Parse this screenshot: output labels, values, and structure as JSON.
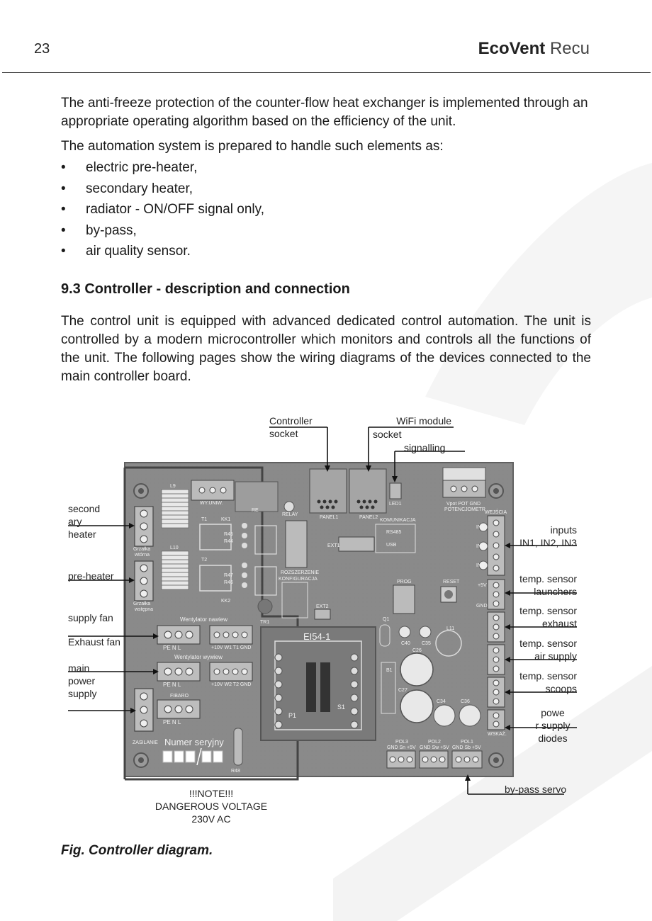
{
  "header": {
    "page_number": "23",
    "brand_bold": "EcoVent",
    "brand_light": "Recu"
  },
  "intro": {
    "paragraph1": "The anti-freeze protection of the counter-flow heat exchanger is implemented through an appropriate operating algorithm based on the efficiency of the unit.",
    "paragraph2": "The automation system is prepared to handle such elements as:",
    "bullets": [
      "electric pre-heater,",
      "secondary heater,",
      "radiator - ON/OFF signal only,",
      "by-pass,",
      "air quality sensor."
    ]
  },
  "section": {
    "title": "9.3 Controller - description and connection",
    "paragraph": "The control unit is equipped with advanced dedicated control automation. The unit is controlled by a modern microcontroller which monitors and controls all the functions of the unit. The following pages show the wiring diagrams of the devices connected to the main controller board."
  },
  "diagram": {
    "top_labels": {
      "controller_socket": [
        "Controller",
        "socket"
      ],
      "wifi_socket": [
        "WiFi module",
        "socket"
      ],
      "signalling": "signalling"
    },
    "left_labels": {
      "secondary_heater": [
        "second",
        "ary",
        "heater"
      ],
      "pre_heater": "pre-heater",
      "supply_fan": "supply fan",
      "exhaust_fan": "Exhaust fan",
      "main_power": [
        "main",
        "power",
        "supply"
      ]
    },
    "right_labels": {
      "inputs": [
        "inputs",
        "IN1, IN2, IN3"
      ],
      "sensor_launchers": [
        "temp. sensor",
        "launchers"
      ],
      "sensor_exhaust": [
        "temp. sensor",
        "exhaust"
      ],
      "sensor_air_supply": [
        "temp. sensor",
        "air supply"
      ],
      "sensor_scoops": [
        "temp. sensor",
        "scoops"
      ],
      "power_diodes": [
        "powe",
        "r supply",
        "diodes"
      ]
    },
    "bottom_labels": {
      "bypass_servo": "by-pass servo",
      "note": [
        "!!!NOTE!!!",
        "DANGEROUS VOLTAGE",
        "230V AC"
      ]
    },
    "board_text": {
      "L9": "L9",
      "L10": "L10",
      "wy_uniw": "WY.UNIW.",
      "re": "RE",
      "relay": "RELAY",
      "panel1": "PANEL1",
      "panel2": "PANEL2",
      "led1": "LED1",
      "vpot": "Vpot POT GND",
      "potencjometr": "POTENCJOMETR",
      "wejscia": "WEJŚCIA",
      "komunikacja": "KOMUNIKACJA",
      "rs485": "RS485",
      "usb": "USB",
      "ext1": "EXT1",
      "ext2": "EXT2",
      "rozszerzenie": "ROZSZERZENIE",
      "konfiguracja": "KONFIGURACJA",
      "prog": "PROG",
      "reset": "RESET",
      "in1": "IN1",
      "in2": "IN2",
      "in3": "IN3",
      "grzalka_wtorna": [
        "Grzałka",
        "wtórna"
      ],
      "grzalka_wstepna": [
        "Grzałka",
        "wstępna"
      ],
      "t1": "T1",
      "t2": "T2",
      "kk1": "KK1",
      "kk2": "KK2",
      "r45": "R45",
      "r44": "R44",
      "r47": "R47",
      "r46": "R46",
      "wentylator_nawiew": "Wentylator nawiew",
      "wentylator_wywiew": "Wentylator wywiew",
      "pe_n_l": "PE   N   L",
      "plus10v_w1": "+10V W1  T1 GND",
      "plus10v_w2": "+10V W2  T2 GND",
      "fibaro": "FIBARO",
      "zasilanie": "ZASILANIE",
      "numer_seryjny": "Numer seryjny",
      "tr1": "TR1",
      "ei54": "EI54-1",
      "p1": "P1",
      "s1": "S1",
      "r48": "R48",
      "q1": "Q1",
      "c40": "C40",
      "c35": "C35",
      "l11": "L11",
      "c26": "C26",
      "c27": "C27",
      "c34": "C34",
      "c36": "C36",
      "b1": "B1",
      "pol3": "POL3",
      "pol2": "POL2",
      "pol1": "POL1",
      "gnd_sn": "GND Sn  +5V",
      "gnd_sw": "GND Sw  +5V",
      "gnd_sb": "GND Sb  +5V",
      "plus5v": "+5V",
      "gnd": "GND",
      "wskaz": "WSKAŹ."
    }
  },
  "caption": "Fig. Controller diagram."
}
